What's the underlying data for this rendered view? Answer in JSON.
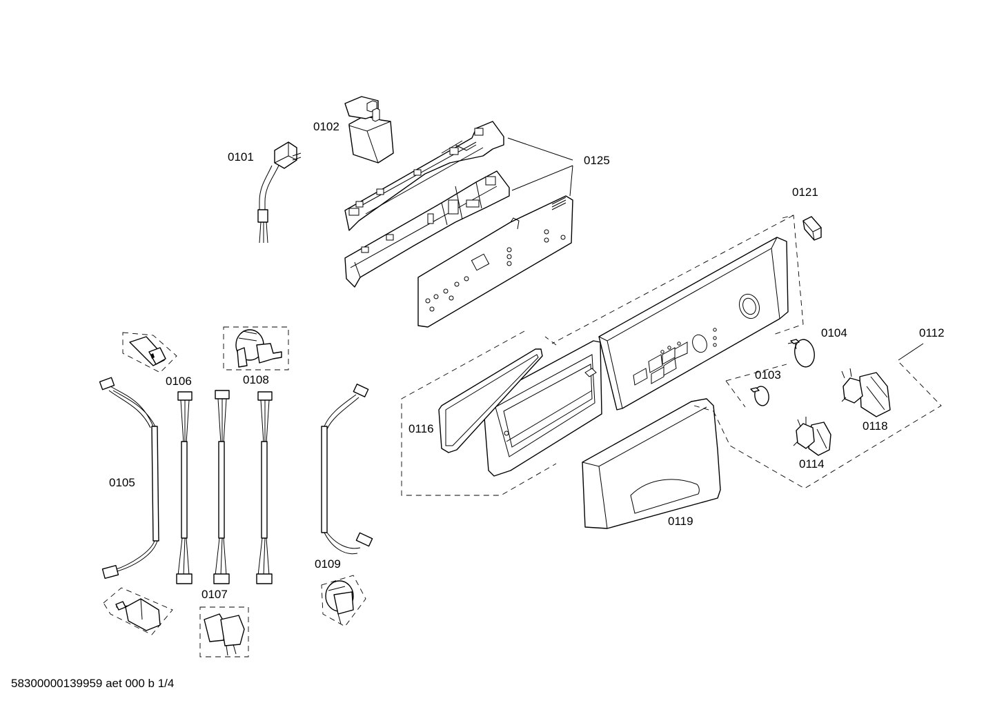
{
  "labels": {
    "p0101": "0101",
    "p0102": "0102",
    "p0103": "0103",
    "p0104": "0104",
    "p0105": "0105",
    "p0106": "0106",
    "p0107": "0107",
    "p0108": "0108",
    "p0109": "0109",
    "p0112": "0112",
    "p0114": "0114",
    "p0116": "0116",
    "p0118": "0118",
    "p0119": "0119",
    "p0121": "0121",
    "p0125": "0125"
  },
  "footer": "58300000139959 aet 000 b 1/4"
}
